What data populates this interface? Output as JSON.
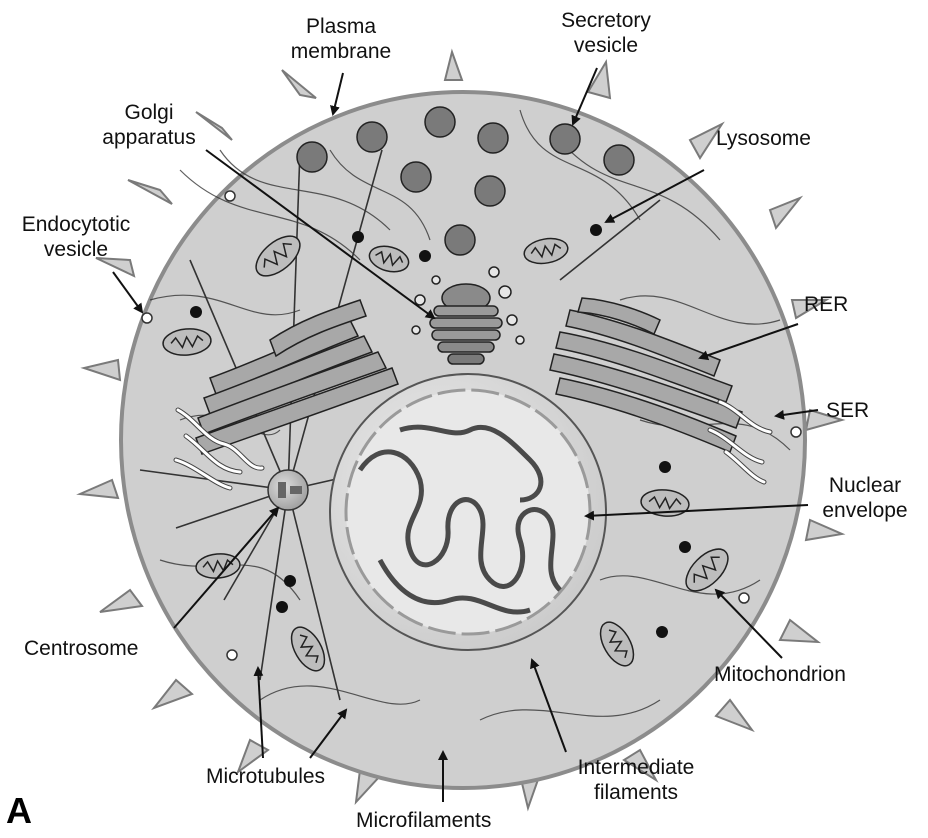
{
  "panel_label": "A",
  "labels": {
    "plasma_membrane": [
      "Plasma",
      "membrane"
    ],
    "secretory_vesicle": [
      "Secretory",
      "vesicle"
    ],
    "golgi_apparatus": [
      "Golgi",
      "apparatus"
    ],
    "lysosome": [
      "Lysosome"
    ],
    "endocytotic_vesicle": [
      "Endocytotic",
      "vesicle"
    ],
    "rer": [
      "RER"
    ],
    "ser": [
      "SER"
    ],
    "nuclear_envelope": [
      "Nuclear",
      "envelope"
    ],
    "centrosome": [
      "Centrosome"
    ],
    "mitochondrion": [
      "Mitochondrion"
    ],
    "microtubules": [
      "Microtubules"
    ],
    "intermediate_filaments": [
      "Intermediate",
      "filaments"
    ],
    "microfilaments": [
      "Microfilaments"
    ]
  },
  "colors": {
    "cytoplasm": "#cfcfcf",
    "membrane": "#8c8c8c",
    "organelle_dark": "#6e6e6e",
    "nucleus": "#e4e4e4",
    "nucleus_rim": "#9a9a9a",
    "chromatin": "#4a4a4a",
    "line": "#1a1a1a"
  }
}
